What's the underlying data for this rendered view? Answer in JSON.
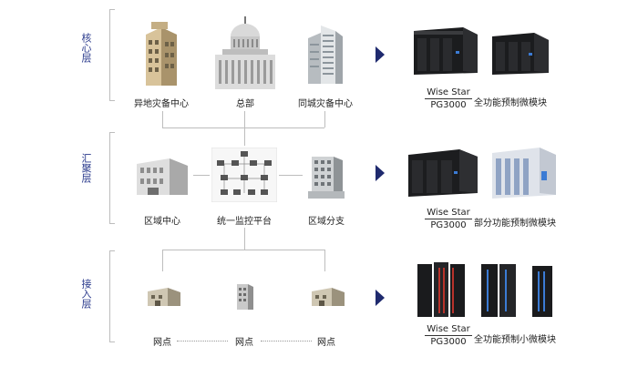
{
  "layers": [
    {
      "label": "核心层",
      "nodes": [
        "异地灾备中心",
        "总部",
        "同城灾备中心"
      ],
      "product": {
        "brand": "Wise Star",
        "model": "PG3000",
        "desc": "全功能预制微模块"
      }
    },
    {
      "label": "汇聚层",
      "nodes": [
        "区域中心",
        "统一监控平台",
        "区域分支"
      ],
      "product": {
        "brand": "Wise Star",
        "model": "PG3000",
        "desc": "部分功能预制微模块"
      }
    },
    {
      "label": "接入层",
      "nodes": [
        "网点",
        "网点",
        "网点"
      ],
      "product": {
        "brand": "Wise Star",
        "model": "PG3000",
        "desc": "全功能预制小微模块"
      }
    }
  ],
  "colors": {
    "accent": "#1f2a6e",
    "layer_text": "#2a3a8c",
    "line": "#bdbdbd"
  }
}
